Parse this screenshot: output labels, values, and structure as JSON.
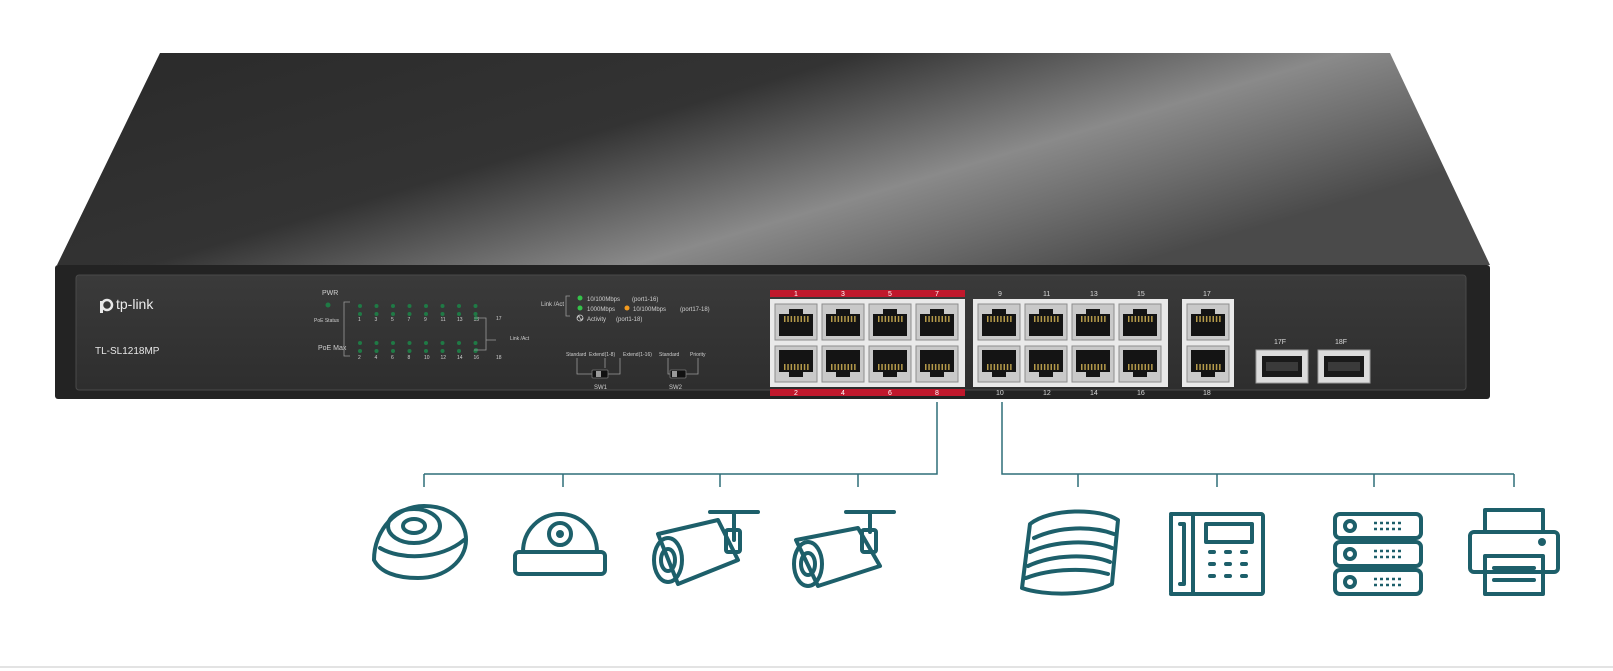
{
  "brand": {
    "logo_text": "tp-link",
    "model": "TL-SL1218MP"
  },
  "indicators": {
    "pwr": "PWR",
    "poe_status": "PoE Status",
    "poe_max": "PoE Max",
    "link_act": "Link /Act",
    "odd_numbers": [
      "1",
      "3",
      "5",
      "7",
      "9",
      "11",
      "13",
      "15"
    ],
    "even_numbers": [
      "2",
      "4",
      "6",
      "8",
      "10",
      "12",
      "14",
      "16"
    ],
    "uplink_top": "17",
    "uplink_bottom": "18"
  },
  "legend": {
    "title": "Link /Act",
    "line1_speed": "10/100Mbps",
    "line1_ports": "(port1-16)",
    "line2_speed": "1000Mbps",
    "line2_speed_b": "10/100Mbps",
    "line2_ports": "(port17-18)",
    "line3_label": "Activity",
    "line3_ports": "(port1-18)"
  },
  "switches": {
    "sw1_options": [
      "Standard",
      "Extend(1-8)",
      "Extend(1-16)"
    ],
    "sw1_label": "SW1",
    "sw2_options": [
      "Standard",
      "Priority"
    ],
    "sw2_label": "SW2"
  },
  "ports": {
    "group_a_top": [
      "1",
      "3",
      "5",
      "7"
    ],
    "group_a_bottom": [
      "2",
      "4",
      "6",
      "8"
    ],
    "group_b_top": [
      "9",
      "11",
      "13",
      "15"
    ],
    "group_b_bottom": [
      "10",
      "12",
      "14",
      "16"
    ],
    "uplink_top": "17",
    "uplink_bottom": "18",
    "sfp": [
      "17F",
      "18F"
    ]
  },
  "devices": {
    "poe_priority_group": [
      "dome-camera-icon",
      "dome-camera-2-icon",
      "bullet-camera-icon",
      "bullet-camera-2-icon"
    ],
    "standard_group": [
      "access-point-icon",
      "ip-phone-icon",
      "nas-server-icon",
      "printer-icon"
    ]
  },
  "colors": {
    "chassis": "#2b2b2b",
    "front_panel": "#333333",
    "poe_band": "#c0182c",
    "led": "#1f7a45",
    "legend_green": "#35c24a",
    "legend_orange": "#f29a1f",
    "icon_stroke": "#1d5f6a",
    "connector": "#2f6e78"
  }
}
